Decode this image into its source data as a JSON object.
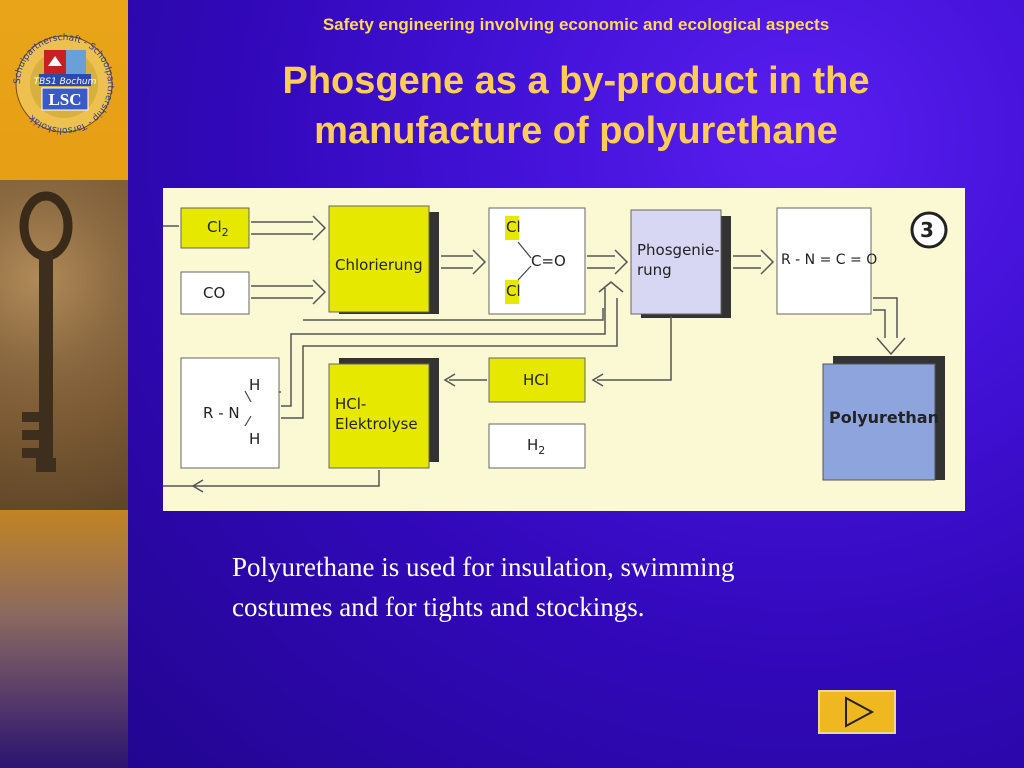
{
  "slide": {
    "header": "Safety engineering involving economic and ecological aspects",
    "title_line1": "Phosgene as a by-product in the",
    "title_line2": "manufacture of polyurethane",
    "description_line1": "Polyurethane is used for insulation, swimming",
    "description_line2": "costumes and for tights and stockings."
  },
  "logo": {
    "ring_text": "Schulpartnerschaft - Schoolpartnership - Tarsoliskolák",
    "school": "TBS1 Bochum",
    "badge": "LSC"
  },
  "diagram": {
    "step_number": "3",
    "cl2_base": "Cl",
    "cl2_sub": "2",
    "co": "CO",
    "chlorierung": "Chlorierung",
    "phosgene_cl_top": "Cl",
    "phosgene_cl_bottom": "Cl",
    "phosgene_co": "C=O",
    "phosgenierung_line1": "Phosgenie-",
    "phosgenierung_line2": "rung",
    "isocyanate": "R - N = C = O",
    "amine_r": "R - N",
    "amine_h_top": "H",
    "amine_h_bottom": "H",
    "hcl": "HCl",
    "elektrolyse_line1": "HCl-",
    "elektrolyse_line2": "Elektrolyse",
    "h2_base": "H",
    "h2_sub": "2",
    "polyurethan": "Polyurethan"
  },
  "colors": {
    "accent_yellow": "#e6e800",
    "phosgenierung_fill": "#d7d7f4",
    "polyurethan_fill": "#8ea4dc",
    "title_color": "#ffcc55",
    "button_fill": "#f0b820"
  },
  "icons": {
    "next": "play-triangle-icon"
  }
}
